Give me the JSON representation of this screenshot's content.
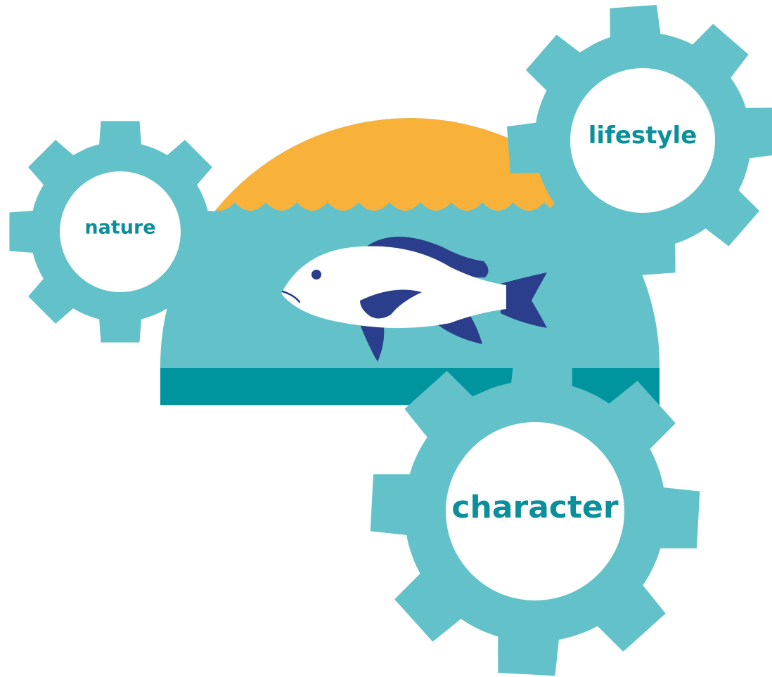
{
  "colors": {
    "gear": "#63c2c9",
    "gear_hole": "#ffffff",
    "label": "#0a8f9b",
    "sun": "#f8b23a",
    "water": "#63c2c9",
    "water_band": "#00959e",
    "fish_body": "#ffffff",
    "fish_fin": "#2b3e8b"
  },
  "illustration": {
    "center": "fish-in-water-icon"
  },
  "gears": [
    {
      "id": "nature",
      "label": "nature",
      "icon": "gear-icon"
    },
    {
      "id": "lifestyle",
      "label": "lifestyle",
      "icon": "gear-icon"
    },
    {
      "id": "character",
      "label": "character",
      "icon": "gear-icon"
    }
  ]
}
